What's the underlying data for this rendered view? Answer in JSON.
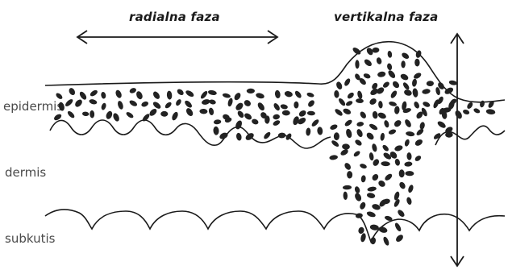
{
  "phases": {
    "radial_label": "radialna faza",
    "vertical_label": "vertikalna faza"
  },
  "layers": {
    "epidermis": "epidermis",
    "dermis": "dermis",
    "subkutis": "subkutis"
  },
  "colors": {
    "ink": "#1a1a1a",
    "cell": "#222222",
    "label": "#4a4a4a"
  }
}
